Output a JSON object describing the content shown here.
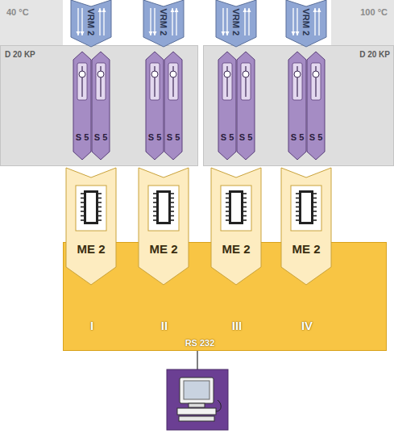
{
  "diagram": {
    "nodes": [
      {
        "text": [
          "40 °C"
        ]
      },
      {
        "text": [
          "100 °C"
        ]
      },
      {
        "text": [
          "D 20 KP"
        ]
      },
      {
        "text": [
          "D 20 KP"
        ]
      },
      {
        "text": [
          "VRM 2"
        ]
      },
      {
        "text": [
          "VRM 2"
        ]
      },
      {
        "text": [
          "VRM 2"
        ]
      },
      {
        "text": [
          "VRM 2"
        ]
      },
      {
        "text": [
          "S 5"
        ],
        "in": 2
      },
      {
        "text": [
          "S 5"
        ],
        "in": 2
      },
      {
        "text": [
          "S 5"
        ],
        "in": 2
      },
      {
        "text": [
          "S 5"
        ],
        "in": 2
      },
      {
        "text": [
          "S 5"
        ],
        "in": 3
      },
      {
        "text": [
          "S 5"
        ],
        "in": 3
      },
      {
        "text": [
          "S 5"
        ],
        "in": 3
      },
      {
        "text": [
          "S 5"
        ],
        "in": 3
      },
      {
        "text": [
          "ME 2"
        ]
      },
      {
        "text": [
          "ME 2"
        ]
      },
      {
        "text": [
          "ME 2"
        ]
      },
      {
        "text": [
          "ME 2"
        ]
      },
      {
        "text": [
          "I",
          "II",
          "III",
          "IV",
          "RS 232"
        ]
      }
    ]
  }
}
